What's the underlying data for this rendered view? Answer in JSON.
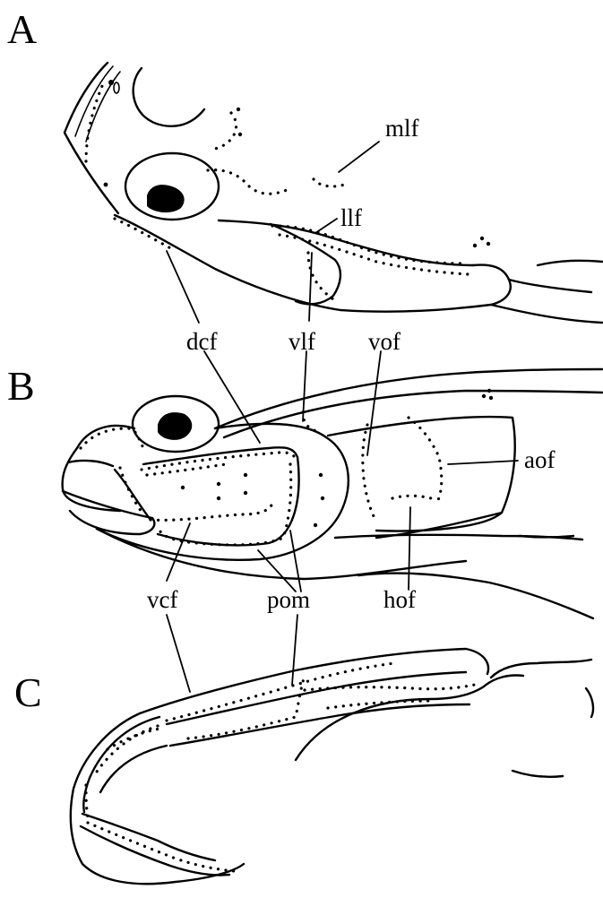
{
  "panels": {
    "a": "A",
    "b": "B",
    "c": "C"
  },
  "labels": {
    "mlf": "mlf",
    "llf": "llf",
    "dcf": "dcf",
    "vlf": "vlf",
    "vof": "vof",
    "aof": "aof",
    "vcf": "vcf",
    "pom": "pom",
    "hof": "hof"
  },
  "colors": {
    "ink": "#000000",
    "canal": "#6b6b6b",
    "background": "#ffffff"
  }
}
